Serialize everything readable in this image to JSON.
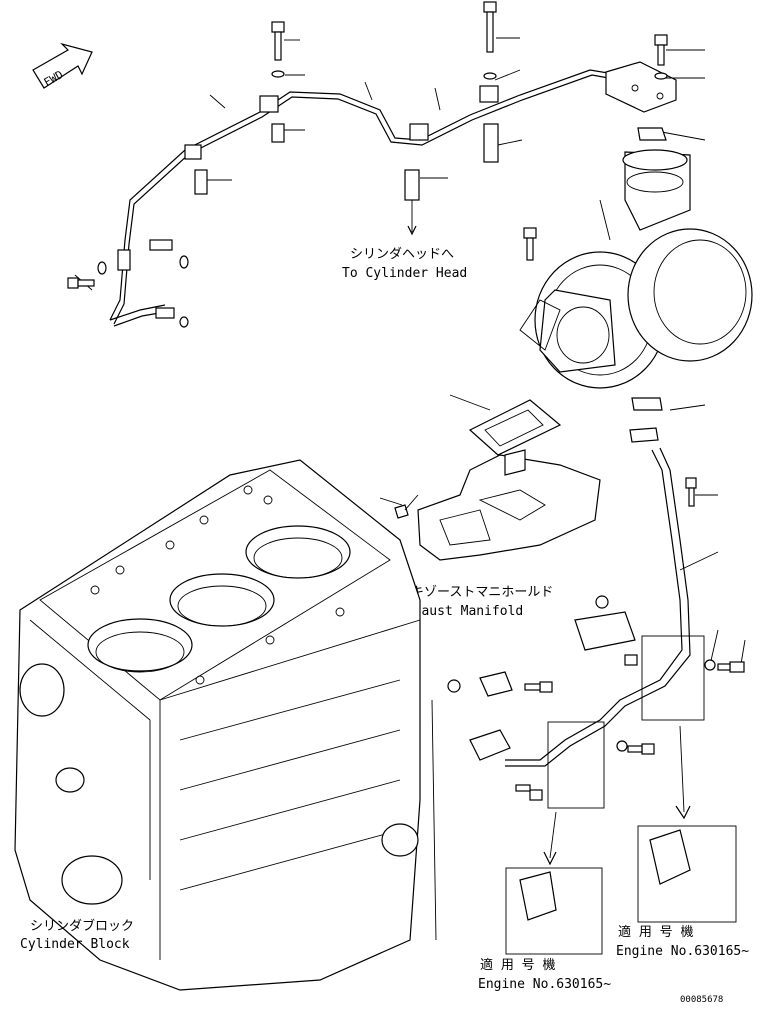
{
  "fwd_label": "FWD",
  "labels": {
    "cyl_head_jp": "シリンダヘッドへ",
    "cyl_head_en": "To Cylinder Head",
    "exhaust_jp": "エキゾーストマニホールド",
    "exhaust_en": "Exhaust Manifold",
    "block_jp": "シリンダブロック",
    "block_en": "Cylinder Block",
    "applicable_left_jp": "適 用 号 機",
    "applicable_left_en": "Engine No.630165~",
    "applicable_right_jp": "適 用 号 機",
    "applicable_right_en": "Engine No.630165~",
    "drawing_number": "00085678"
  }
}
